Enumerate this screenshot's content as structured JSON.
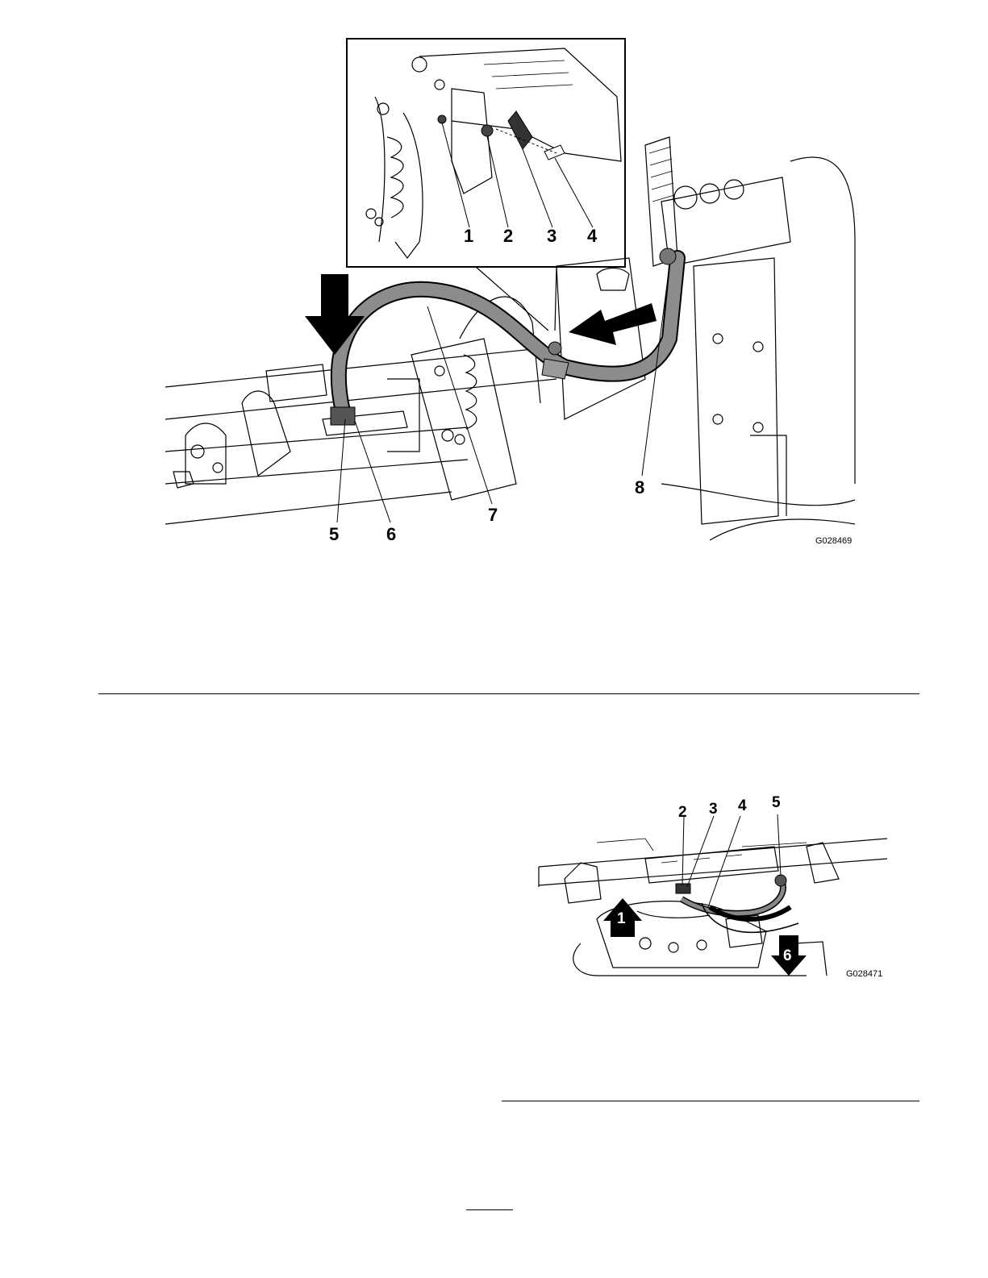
{
  "figure_top": {
    "code": "G028469",
    "callouts": [
      "1",
      "2",
      "3",
      "4",
      "5",
      "6",
      "7",
      "8"
    ]
  },
  "figure_bottom": {
    "code": "G028471",
    "callouts": [
      "1",
      "2",
      "3",
      "4",
      "5",
      "6"
    ]
  },
  "colors": {
    "ink": "#000000",
    "hose_gray": "#8c8c8c",
    "hose_gray_dark": "#6a6a6a",
    "paper": "#ffffff"
  }
}
